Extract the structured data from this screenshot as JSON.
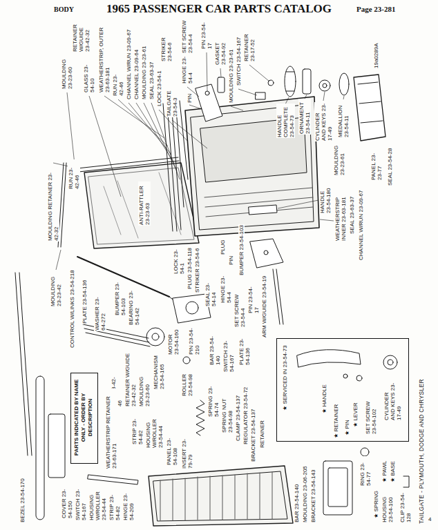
{
  "diagram": {
    "title": "1965 PASSENGER CAR PARTS CATALOG",
    "caption": "TAILGATE - PLYMOUTH, DODGE AND CHRYSLER",
    "nodes": [
      {
        "text": [
          "PARTS INDICATED BY NAME ONLY - ORDER BY DESCRIPTION"
        ]
      },
      {
        "text": [
          "★ SERVICED IN 23-54-73"
        ]
      }
    ],
    "labels": [
      "BODY",
      "Page 23-281",
      "RETAINER W/GUIDE 23-42-32",
      "MOULDING 23-23-60",
      "GLASS 23-54-10",
      "WEATHERSTRIP, OUTER 23-63-181",
      "RUN 23-42-46",
      "CHANNEL W/RUN 23-09-67",
      "CHANNEL 23-09-64",
      "MOULDING 23-23-61",
      "SEAL 23-63-37",
      "LOCK 23-54-1",
      "STRIKER 23-54-6",
      "TAILGATE 23-54-3",
      "SET SCREW 23-54-4",
      "HINGE 23-54-4",
      "PIN",
      "PIN 23-54-17",
      "GASKET 23-54-92",
      "MOULDING 23-23-61",
      "SWITCH 23-54-167",
      "RETAINER 23-17-52",
      "HANDLE COMPLETE 23-54-73",
      "ORNAMENT 23-54-11",
      "CYLINDER AND KEYS 23-17-49",
      "MEDALLION 23-54-11",
      "19a0289A",
      "MOULDING 23-23-61",
      "PANEL 23-23-77",
      "SEAL 23-54-28",
      "HANDLE 23-54-180",
      "WEATHERSTRIP INNER 23-63-181",
      "SEAL 23-63-37",
      "CHANNEL W/RUN 23-09-67",
      "MOULDING RETAINER 23-42-32",
      "MOULDING 23-23-42",
      "RUN 23-42-46",
      "ANTI-RATTLER 23-23-63",
      "CONTROL W/LINKS 23-54-218",
      "PLATE 23-54-136",
      "WASHER 23-64-272",
      "BUMPER 23-54-103",
      "BEARING 23-54-142",
      "LOCK 23-54-1",
      "PLUG 23-54-118",
      "STRIKER 23-54-6",
      "SEAL 23-54-14",
      "PLUG",
      "PIN",
      "HINGE 23-54-4",
      "SET SCREW 23-54-4",
      "BUMPER 23-54-103",
      "PIN 23-54-17",
      "ARM W/GUIDE 23-54-19",
      "PIN 23-54-210",
      "BAR 23-54-140",
      "SWITCH 23-54-167",
      "PLATE 23-54-136",
      "MOTOR 23-54-160",
      "MECHANISM 23-54-165",
      "RUN 23-42-46",
      "RETAINER W/GUIDE 23-42-32",
      "MOULDING 23-23-60",
      "ROLLER 23-54-98",
      "SPRING 23-54-74",
      "SPRING NUT 23-54-98",
      "CLAMP 23-54-137",
      "REGULATOR 23-54-72",
      "BRACKET 23-54-137",
      "RETAINER",
      "WEATHERSTRIP RETAINER 23-63-171",
      "STRIP 23-54-82",
      "HOUSING W/ROLLER 23-54-44",
      "PANEL 23-54-108",
      "INSERT 23-79-79",
      "BEZEL 23-54-170",
      "COVER 23-54-150",
      "SWITCH 23-54-167",
      "HOUSING W/ROLLER 23-54-44",
      "STRIP 23-54-82",
      "HINGE 23-54-209",
      "BAR 23-54-140",
      "MOULDING 23-06-205",
      "BRACKET 23-54-143",
      "★ HANDLE",
      "★ RETAINER",
      "★ PIN",
      "★ LEVER",
      "SET SCREW 23-54-102",
      "CYLINDER AND KEYS 23-17-49",
      "RING 23-54-77",
      "★ SPRING",
      "★ PAWL",
      "★ BASE",
      "HOUSING 23-54-100",
      "CLIP 23-54-128",
      "4"
    ]
  }
}
